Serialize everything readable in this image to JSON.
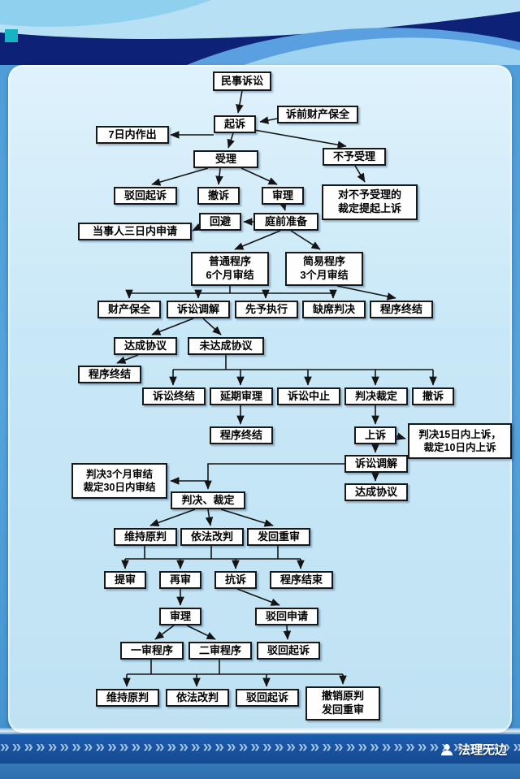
{
  "nodes": {
    "civil_litigation": "民事诉讼",
    "pre_litigation_preservation": "诉前财产保全",
    "file_lawsuit": "起诉",
    "decide_within_7_days": "7日内作出",
    "accept_case": "受理",
    "non_acceptance": "不予受理",
    "dismiss_lawsuit_1": "驳回起诉",
    "withdraw_lawsuit_1": "撤诉",
    "trial_1": "审理",
    "appeal_non_acceptance": "对不予受理的\n裁定提起上诉",
    "recusal": "回避",
    "pretrial_preparation": "庭前准备",
    "party_apply_3_days": "当事人三日内申请",
    "ordinary_procedure": "普通程序\n6个月审结",
    "summary_procedure": "简易程序\n3个月审结",
    "property_preservation": "财产保全",
    "litigation_mediation_1": "诉讼调解",
    "advance_execution": "先予执行",
    "default_judgment": "缺席判决",
    "procedure_end_1": "程序终结",
    "agreement_reached_1": "达成协议",
    "no_agreement": "未达成协议",
    "procedure_end_2": "程序终结",
    "litigation_terminated": "诉讼终结",
    "postponed_trial": "延期审理",
    "litigation_suspended": "诉讼中止",
    "judgment_ruling_1": "判决裁定",
    "withdraw_lawsuit_2": "撤诉",
    "procedure_end_3": "程序终结",
    "appeal": "上诉",
    "appeal_time_limits": "判决15日内上诉，\n裁定10日内上诉",
    "litigation_mediation_2": "诉讼调解",
    "agreement_reached_2": "达成协议",
    "judgment_time_limits": "判决3个月审结\n裁定30日内审结",
    "judgment_ruling_2": "判决、裁定",
    "uphold_original_1": "维持原判",
    "amend_judgment_1": "依法改判",
    "remand_retrial": "发回重审",
    "bring_up_trial": "提审",
    "retrial": "再审",
    "protest": "抗诉",
    "procedure_finished": "程序结束",
    "trial_2": "审理",
    "dismiss_application": "驳回申请",
    "first_instance": "一审程序",
    "second_instance": "二审程序",
    "dismiss_lawsuit_2": "驳回起诉",
    "uphold_original_2": "维持原判",
    "amend_judgment_2": "依法改判",
    "dismiss_lawsuit_3": "驳回起诉",
    "revoke_and_remand": "撤销原判\n发回重审"
  },
  "footer": {
    "watermark": "法理无边",
    "chevrons": "»»»»»»»»»»»»»»»»»»»»»»»»»»»»»»»»»»»»»»»»»»»»»»»»»»»»»»»»»»»»"
  },
  "colors": {
    "panel": "#c9e8f7",
    "band": "#0d2177",
    "footer_band": "#1a55a5",
    "box_border": "#181818"
  }
}
